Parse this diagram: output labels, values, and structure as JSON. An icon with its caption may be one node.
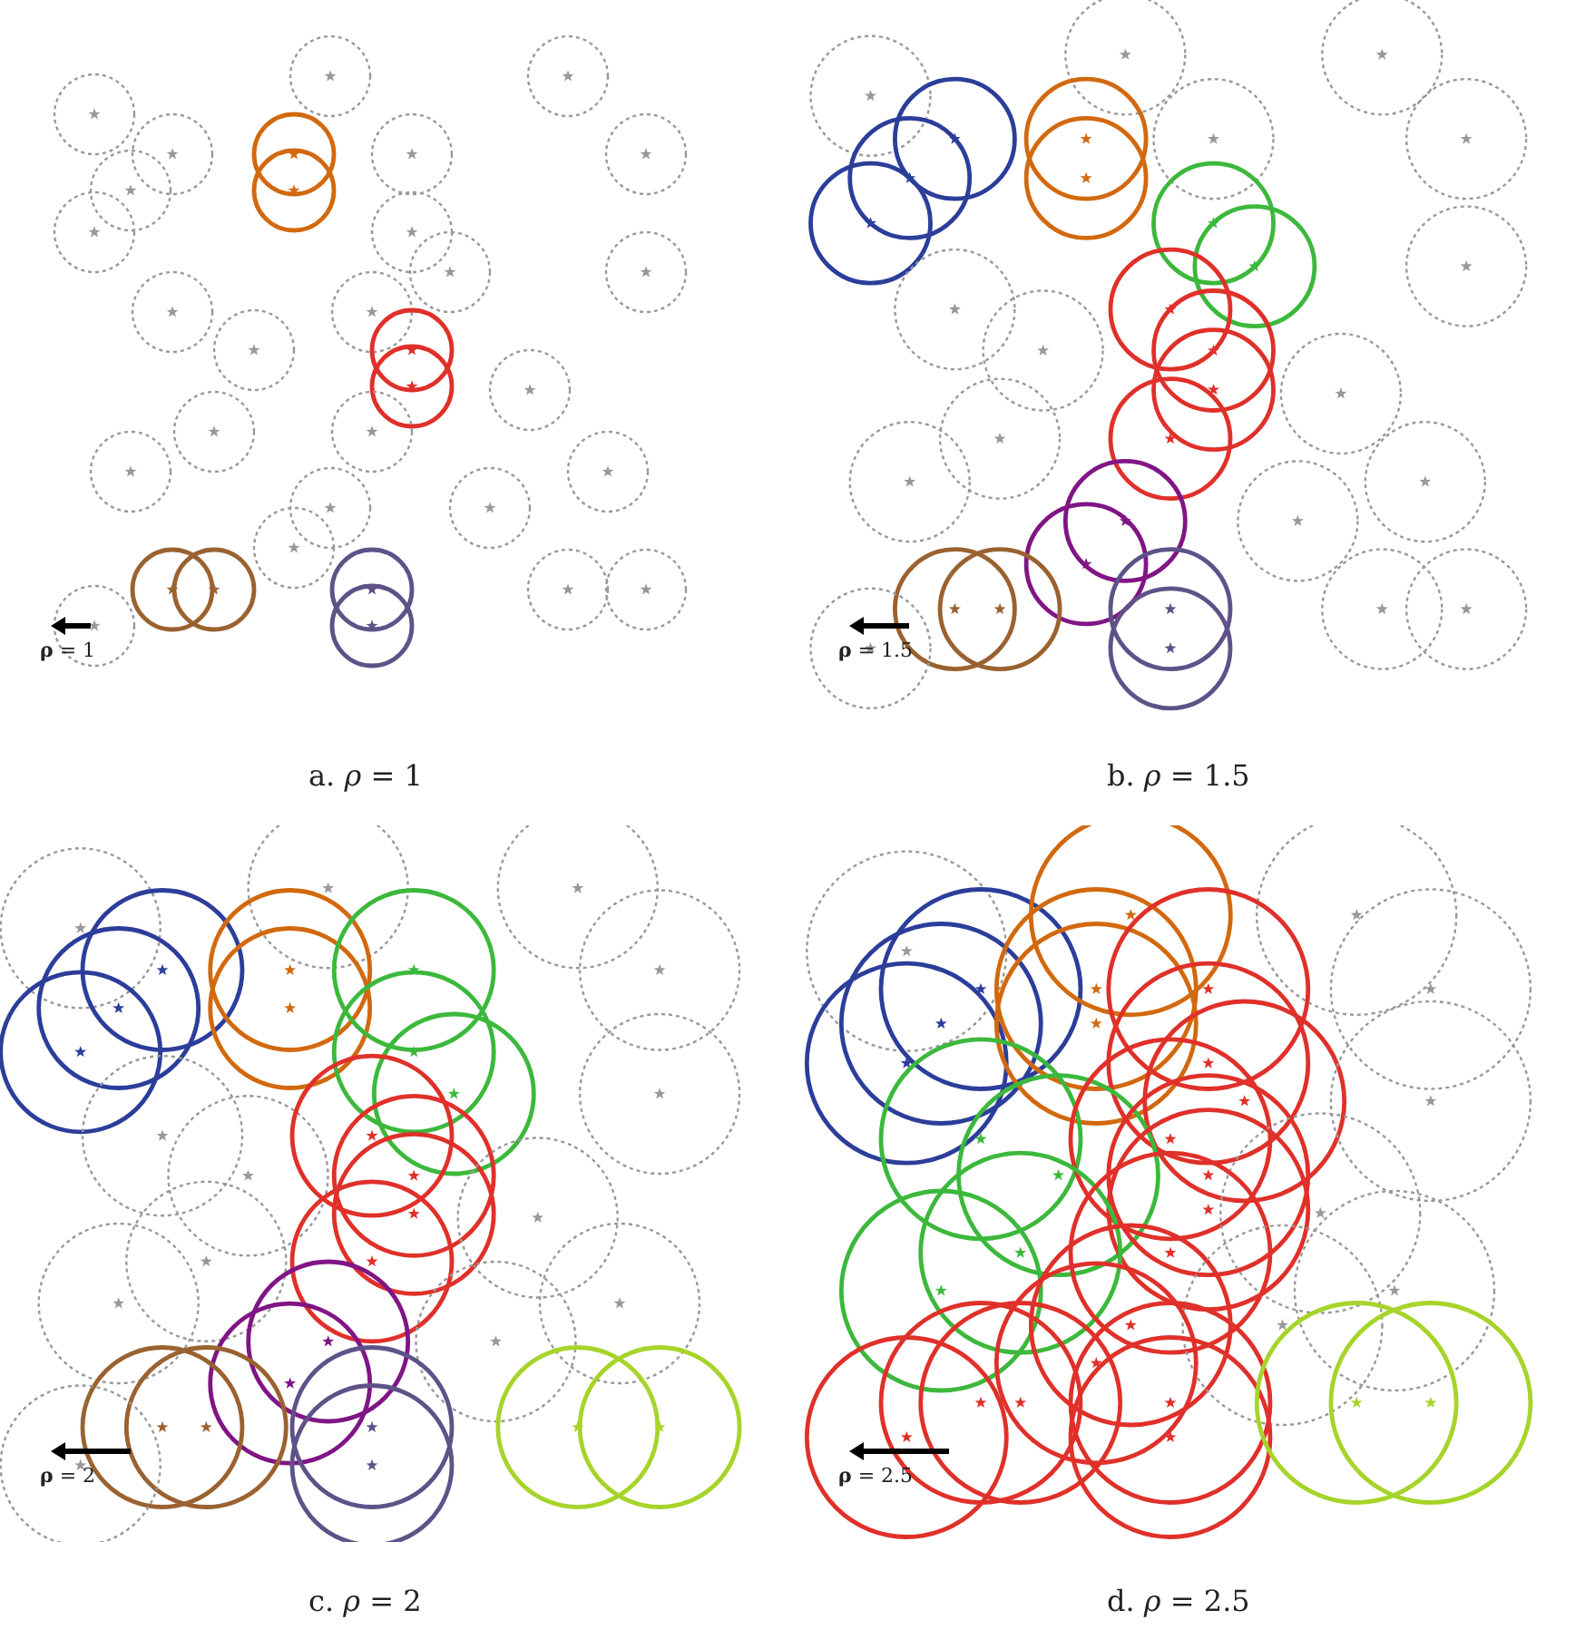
{
  "diagram": {
    "labels": [
      "**ρ** = 1",
      "**ρ** = 1.5",
      "a. *ρ* = 1",
      "b. *ρ* = 1.5",
      "**ρ** = 2",
      "**ρ** = 2.5",
      "c. *ρ* = 2",
      "d. *ρ* = 2.5"
    ]
  }
}
